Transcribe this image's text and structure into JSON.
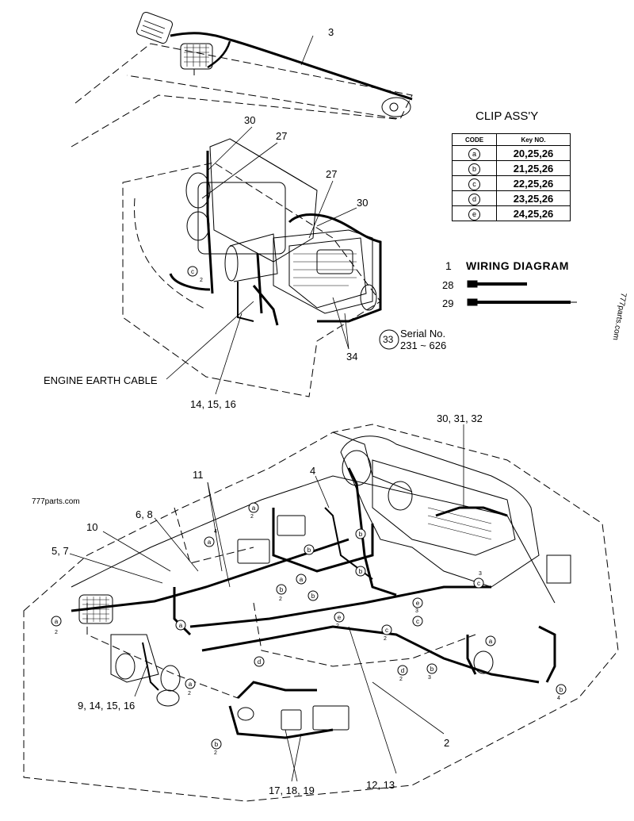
{
  "parts_labels": {
    "p3": "3",
    "p30a": "30",
    "p27a": "27",
    "p27b": "27",
    "p30b": "30",
    "p34": "34",
    "p33": "33",
    "engine_earth": "ENGINE EARTH CABLE",
    "p14_16": "14, 15, 16",
    "p30_32": "30, 31, 32",
    "p11": "11",
    "p4": "4",
    "p6_8": "6, 8",
    "p10": "10",
    "p5_7": "5, 7",
    "p9_16": "9, 14, 15, 16",
    "p2": "2",
    "p12_13": "12, 13",
    "p17_19": "17, 18, 19",
    "p28": "28",
    "p29": "29"
  },
  "clip_assy": {
    "title": "CLIP ASS'Y",
    "col_code": "CODE",
    "col_key": "Key NO.",
    "rows": [
      {
        "code": "a",
        "key": "20,25,26"
      },
      {
        "code": "b",
        "key": "21,25,26"
      },
      {
        "code": "c",
        "key": "22,25,26"
      },
      {
        "code": "d",
        "key": "23,25,26"
      },
      {
        "code": "e",
        "key": "24,25,26"
      }
    ]
  },
  "wiring_diagram": {
    "num": "1",
    "label": "WIRING DIAGRAM"
  },
  "serial": {
    "label": "Serial No.",
    "range": "231 ~ 626"
  },
  "watermarks": {
    "left": "777parts.com",
    "right": "777parts.com"
  },
  "clip_codes": {
    "a": "a",
    "b": "b",
    "c": "c",
    "d": "d",
    "e": "e",
    "n2": "2",
    "n3": "3",
    "n4": "4"
  }
}
